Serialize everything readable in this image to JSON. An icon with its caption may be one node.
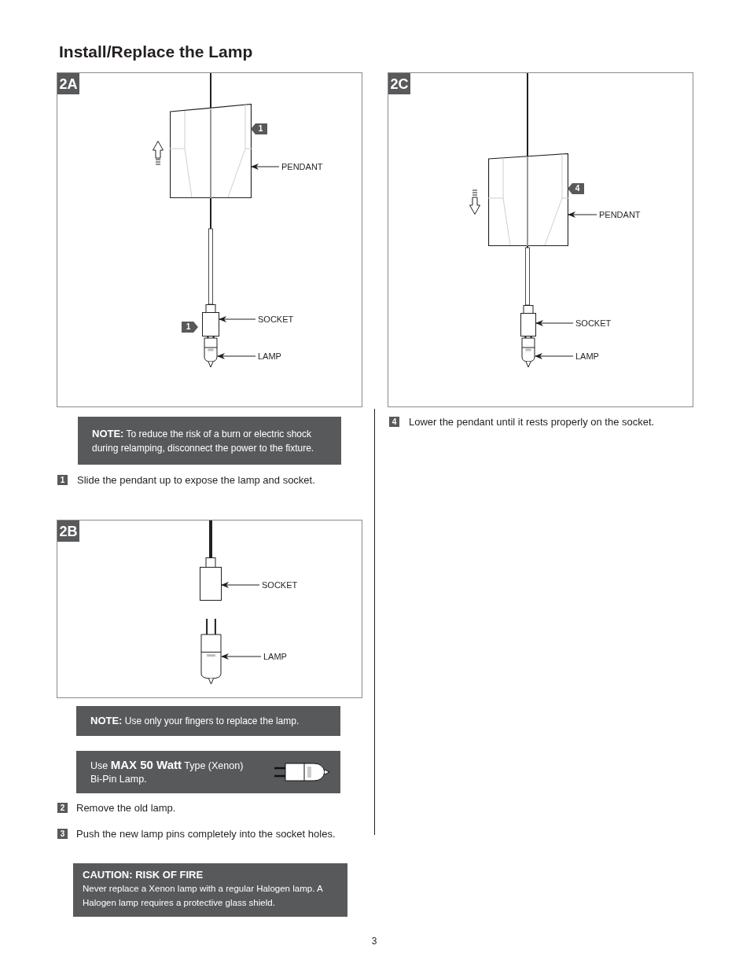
{
  "diagram": {
    "title": "Install/Replace the Lamp",
    "nodes": [
      {
        "text": [
          "2A"
        ]
      },
      {
        "text": [],
        "shape": "picture",
        "in": 0
      },
      {
        "text": [
          "PENDANT"
        ],
        "in": 0
      },
      {
        "text": [],
        "shape": "box",
        "in": 0
      },
      {
        "text": [
          "SOCKET"
        ],
        "in": 0
      },
      {
        "text": [],
        "shape": "picture",
        "in": 0
      },
      {
        "text": [
          "LAMP"
        ],
        "in": 0
      },
      {
        "text": [
          "2C"
        ]
      },
      {
        "text": [],
        "shape": "picture",
        "in": 7
      },
      {
        "text": [
          "PENDANT"
        ],
        "in": 7
      },
      {
        "text": [],
        "shape": "box",
        "in": 7
      },
      {
        "text": [
          "SOCKET"
        ],
        "in": 7
      },
      {
        "text": [],
        "shape": "picture",
        "in": 7
      },
      {
        "text": [
          "LAMP"
        ],
        "in": 7
      },
      {
        "text": [
          "2B"
        ]
      },
      {
        "text": [],
        "shape": "box",
        "in": 14
      },
      {
        "text": [
          "SOCKET"
        ],
        "in": 14
      },
      {
        "text": [],
        "shape": "picture",
        "in": 14
      },
      {
        "text": [
          "LAMP"
        ],
        "in": 14
      },
      {
        "text": [
          "**NOTE:** To reduce the risk of a burn or electric shock during relamping, disconnect the power to the fixture."
        ]
      },
      {
        "text": [
          "**NOTE:** Use only your fingers to replace the lamp."
        ]
      },
      {
        "text": [
          "Use **MAX 50 Watt** Type (Xenon) Bi-Pin Lamp."
        ]
      },
      {
        "text": [
          "CAUTION: RISK OF FIRE",
          "Never replace a Xenon lamp with a regular Halogen lamp. A Halogen lamp requires a protective glass shield."
        ]
      }
    ],
    "edges": [
      {
        "from": 2,
        "to": 1,
        "arrow": "to"
      },
      {
        "from": 4,
        "to": 3,
        "arrow": "to"
      },
      {
        "from": 6,
        "to": 5,
        "arrow": "to"
      },
      {
        "from": 9,
        "to": 8,
        "arrow": "to"
      },
      {
        "from": 11,
        "to": 10,
        "arrow": "to"
      },
      {
        "from": 13,
        "to": 12,
        "arrow": "to"
      },
      {
        "from": 16,
        "to": 15,
        "arrow": "to"
      },
      {
        "from": 18,
        "to": 17,
        "arrow": "to"
      }
    ],
    "labels": [
      "1",
      "1",
      "4",
      "1",
      "Slide the pendant up to expose the lamp and socket.",
      "2",
      "Remove the old lamp.",
      "3",
      "Push the new lamp pins completely into the socket holes.",
      "4",
      "Lower the pendant until it rests properly on the socket.",
      "3"
    ]
  }
}
